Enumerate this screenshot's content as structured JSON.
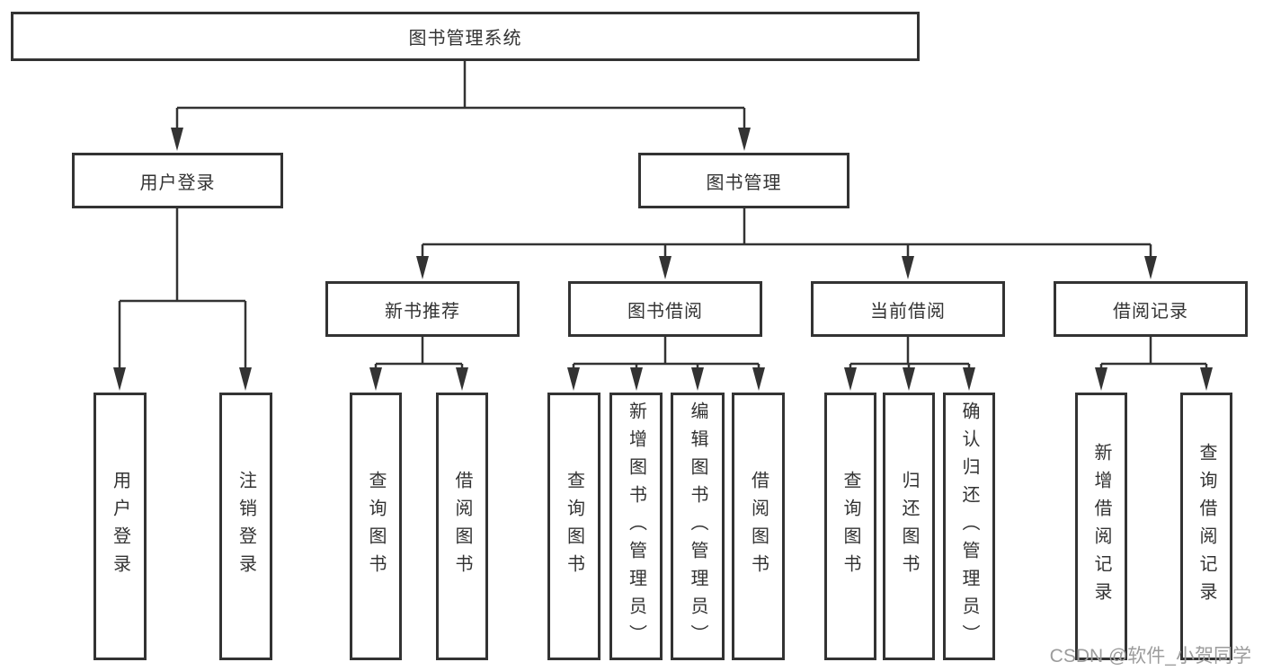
{
  "diagram": {
    "root_label": "图书管理系统",
    "children": [
      {
        "label": "用户登录",
        "children": [
          {
            "label": "用户登录"
          },
          {
            "label": "注销登录"
          }
        ]
      },
      {
        "label": "图书管理",
        "children": [
          {
            "label": "新书推荐",
            "children": [
              {
                "label": "查询图书"
              },
              {
                "label": "借阅图书"
              }
            ]
          },
          {
            "label": "图书借阅",
            "children": [
              {
                "label": "查询图书"
              },
              {
                "label": "新增图书（管理员）"
              },
              {
                "label": "编辑图书（管理员）"
              },
              {
                "label": "借阅图书"
              }
            ]
          },
          {
            "label": "当前借阅",
            "children": [
              {
                "label": "查询图书"
              },
              {
                "label": "归还图书"
              },
              {
                "label": "确认归还（管理员）"
              }
            ]
          },
          {
            "label": "借阅记录",
            "children": [
              {
                "label": "新增借阅记录"
              },
              {
                "label": "查询借阅记录"
              }
            ]
          }
        ]
      }
    ]
  },
  "watermark": {
    "text": "CSDN @软件_小贺同学"
  },
  "colors": {
    "line": "#333333",
    "box_border": "#333333",
    "text": "#333333",
    "watermark": "#9c9c9c",
    "background": "#ffffff"
  }
}
